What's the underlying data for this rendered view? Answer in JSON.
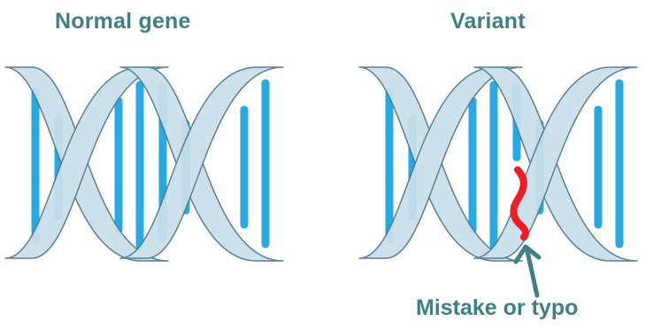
{
  "labels": {
    "normal_title": "Normal gene",
    "variant_title": "Variant",
    "callout": "Mistake or typo"
  },
  "colors": {
    "ribbon_fill": "#c9dfea",
    "ribbon_stroke": "#4d7889",
    "base_pair": "#29a9e1",
    "mutation": "#ee1c24",
    "text": "#3f7f86",
    "arrow": "#3f7f86"
  }
}
